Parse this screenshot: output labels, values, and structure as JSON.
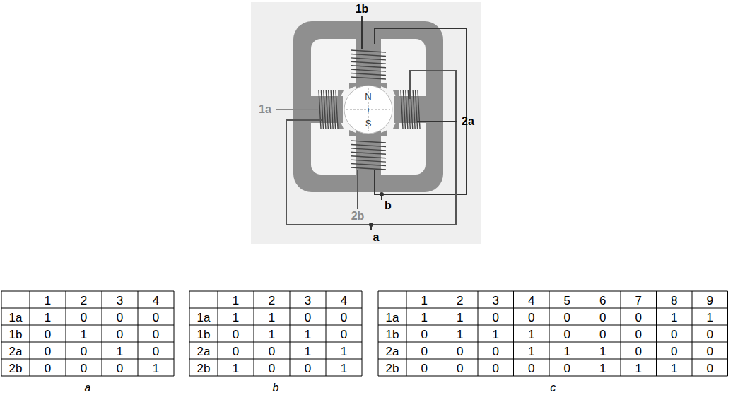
{
  "diagram": {
    "labels": [
      "1b",
      "1a",
      "2a",
      "2b",
      "b",
      "a",
      "N",
      "+",
      "S",
      "1",
      "2",
      "3",
      "4",
      "1a",
      "1",
      "0",
      "0",
      "0",
      "1b",
      "0",
      "1",
      "0",
      "0",
      "2a",
      "0",
      "0",
      "1",
      "0",
      "2b",
      "0",
      "0",
      "0",
      "1",
      "a",
      "1",
      "2",
      "3",
      "4",
      "1a",
      "1",
      "1",
      "0",
      "0",
      "1b",
      "0",
      "1",
      "1",
      "0",
      "2a",
      "0",
      "0",
      "1",
      "1",
      "2b",
      "1",
      "0",
      "0",
      "1",
      "b",
      "1",
      "2",
      "3",
      "4",
      "5",
      "6",
      "7",
      "8",
      "9",
      "1a",
      "1",
      "1",
      "0",
      "0",
      "0",
      "0",
      "0",
      "1",
      "1",
      "1b",
      "0",
      "1",
      "1",
      "1",
      "0",
      "0",
      "0",
      "0",
      "0",
      "2a",
      "0",
      "0",
      "0",
      "1",
      "1",
      "1",
      "0",
      "0",
      "0",
      "2b",
      "0",
      "0",
      "0",
      "0",
      "0",
      "1",
      "1",
      "1",
      "0",
      "c"
    ]
  }
}
